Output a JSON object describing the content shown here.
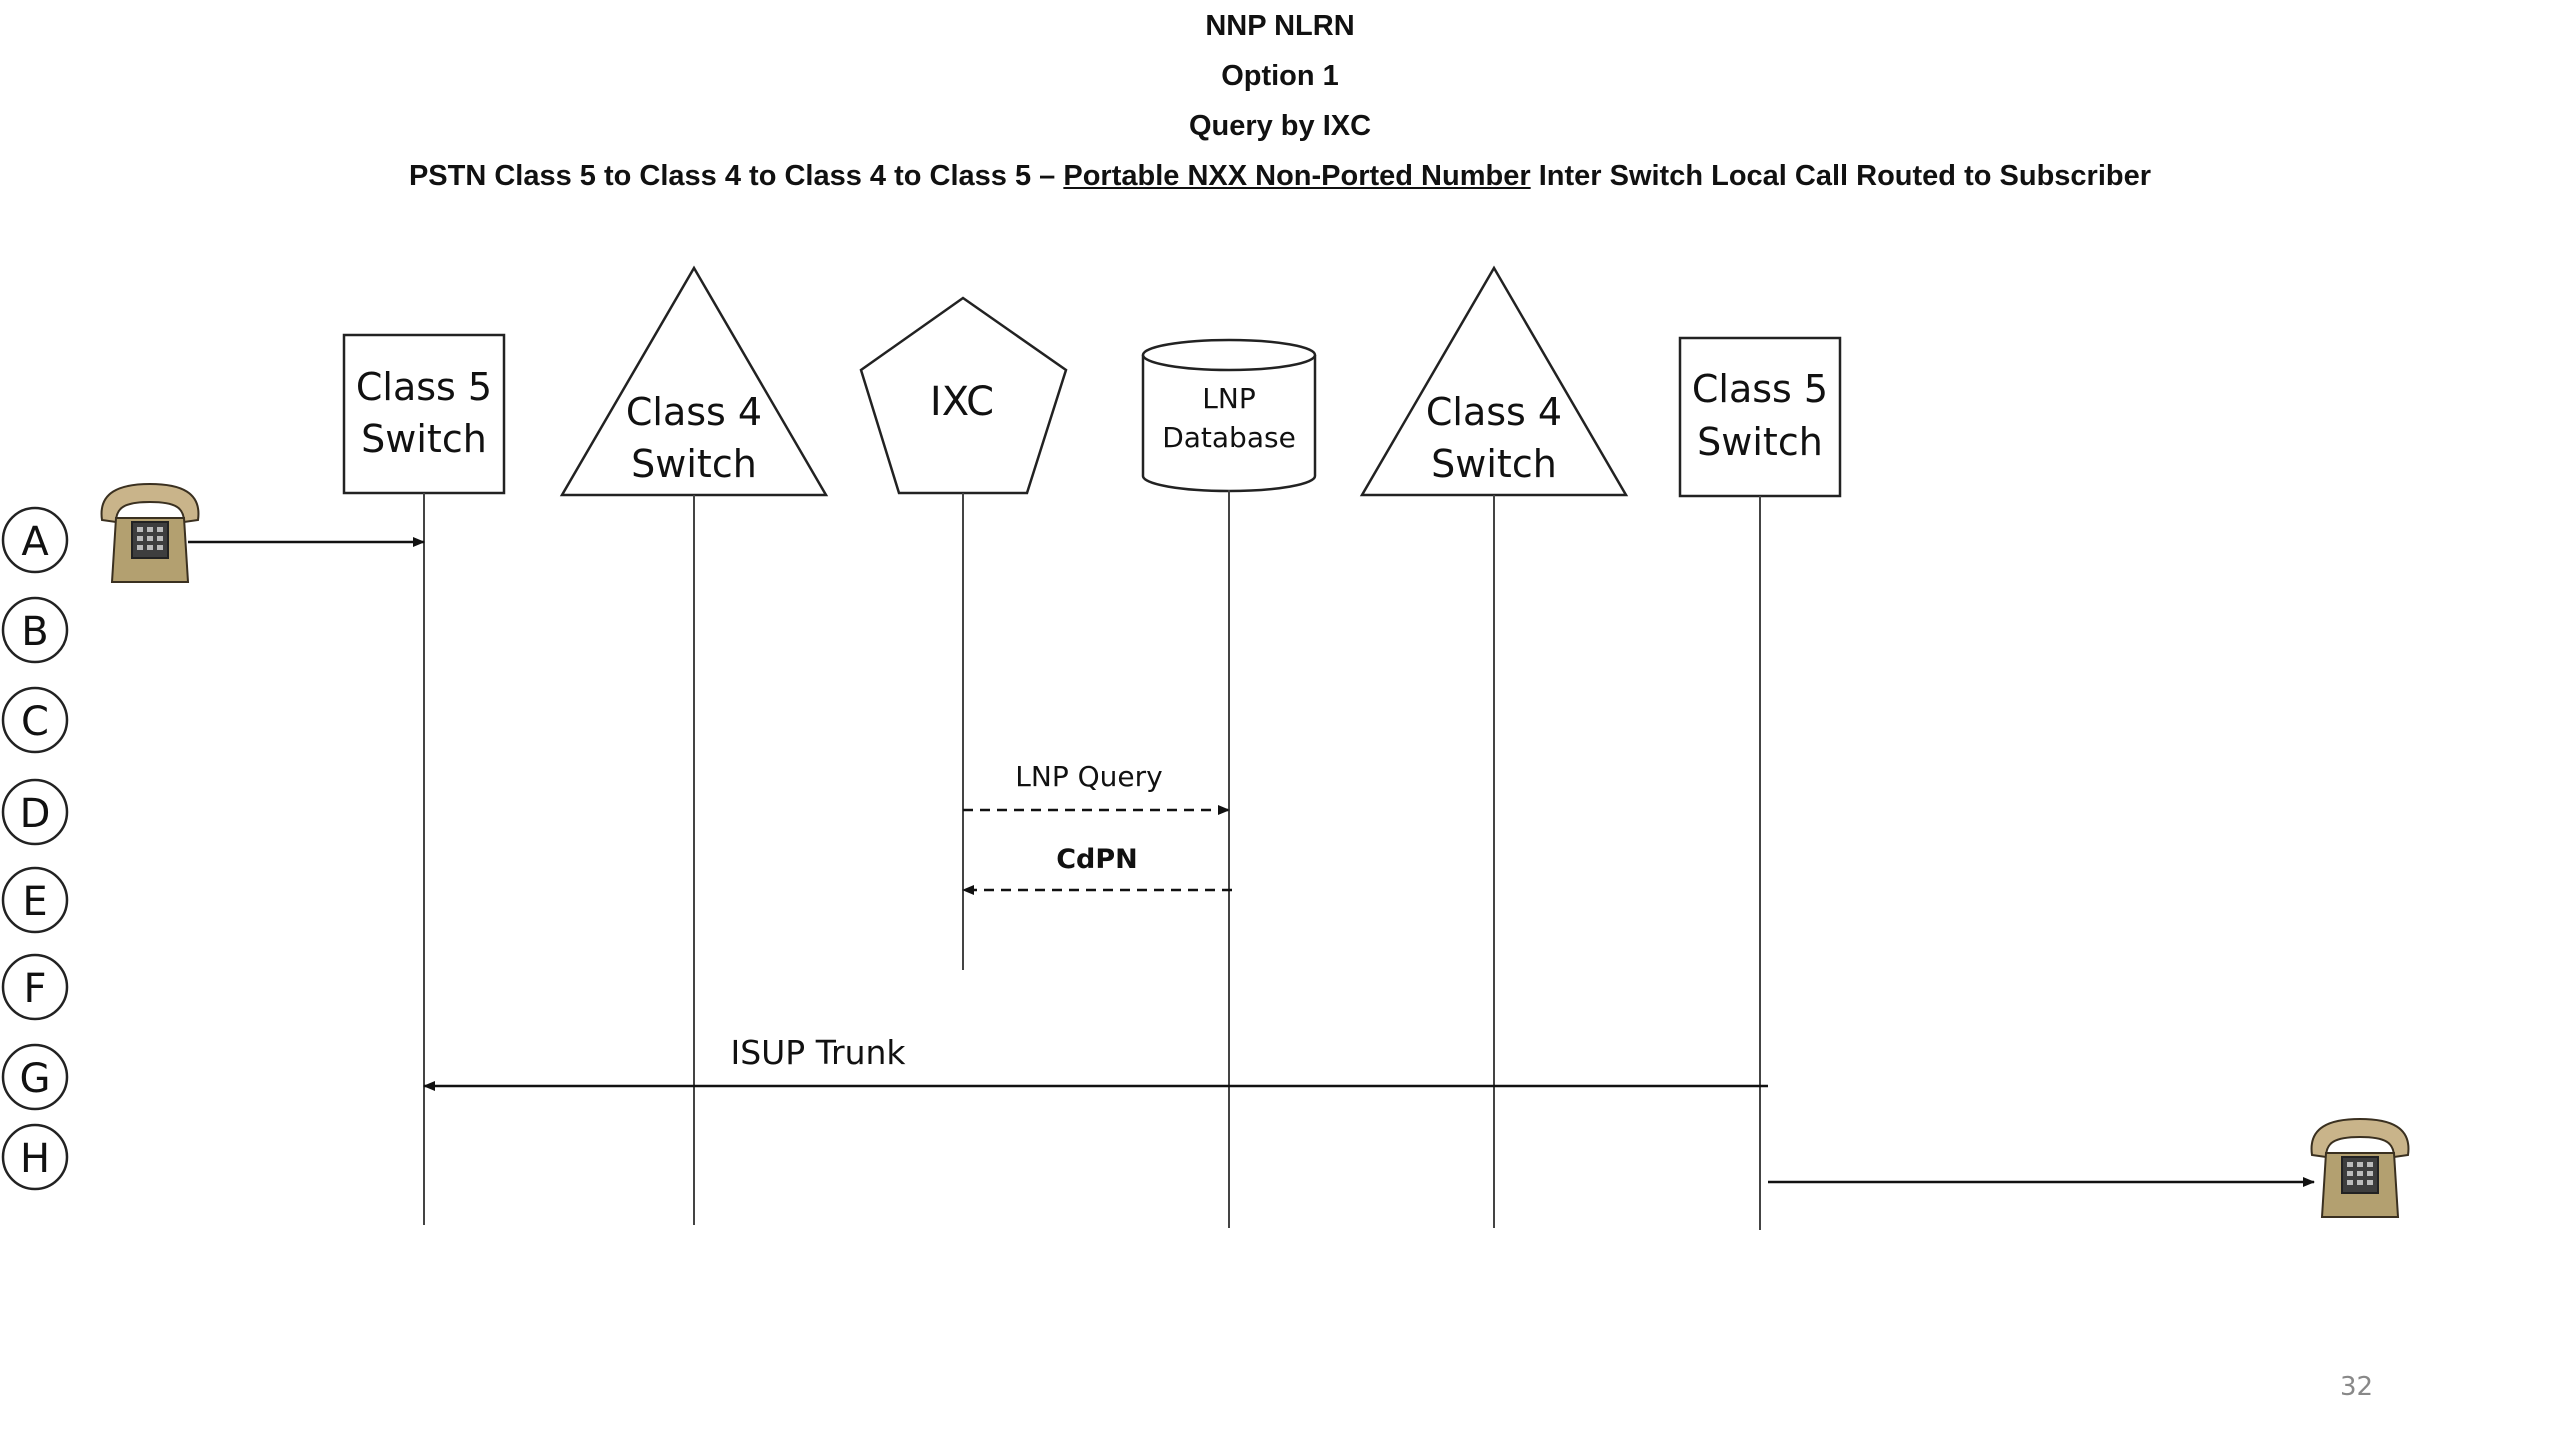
{
  "header": {
    "line1": "NNP NLRN",
    "line2": "Option 1",
    "line3": "Query by IXC",
    "line4_pre": "PSTN Class 5 to Class 4 to Class 4 to Class 5 – ",
    "line4_underlined": "Portable NXX Non-Ported Number",
    "line4_post": " Inter Switch Local Call Routed to Subscriber"
  },
  "nodes": [
    {
      "line1": "Class 5",
      "line2": "Switch"
    },
    {
      "line1": "Class 4",
      "line2": "Switch"
    },
    {
      "line1": "IXC"
    },
    {
      "line1": "LNP",
      "line2": "Database"
    },
    {
      "line1": "Class 4",
      "line2": "Switch"
    },
    {
      "line1": "Class 5",
      "line2": "Switch"
    }
  ],
  "steps": [
    "A",
    "B",
    "C",
    "D",
    "E",
    "F",
    "G",
    "H"
  ],
  "messages": {
    "lnp_query": "LNP Query",
    "cdpn": "CdPN",
    "isup_trunk": "ISUP Trunk"
  },
  "page_number": "32"
}
